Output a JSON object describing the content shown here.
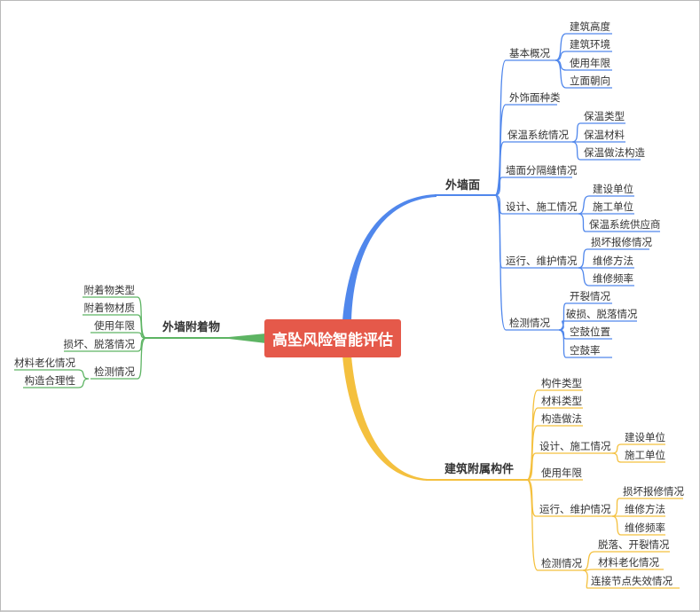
{
  "root": "高坠风险智能评估",
  "colors": {
    "root": "#E5594A",
    "wall": "#5087EC",
    "attached": "#F4C03E",
    "attachments": "#5DB463"
  },
  "wall": {
    "label": "外墙面",
    "children": [
      {
        "label": "基本概况",
        "children": [
          "建筑高度",
          "建筑环境",
          "使用年限",
          "立面朝向"
        ]
      },
      {
        "label": "外饰面种类",
        "children": []
      },
      {
        "label": "保温系统情况",
        "children": [
          "保温类型",
          "保温材料",
          "保温做法构造"
        ]
      },
      {
        "label": "墙面分隔缝情况",
        "children": []
      },
      {
        "label": "设计、施工情况",
        "children": [
          "建设单位",
          "施工单位",
          "保温系统供应商"
        ]
      },
      {
        "label": "运行、维护情况",
        "children": [
          "损坏报修情况",
          "维修方法",
          "维修频率"
        ]
      },
      {
        "label": "检测情况",
        "children": [
          "开裂情况",
          "破损、脱落情况",
          "空鼓位置",
          "空鼓率"
        ]
      }
    ]
  },
  "attached": {
    "label": "建筑附属构件",
    "children": [
      {
        "label": "构件类型",
        "children": []
      },
      {
        "label": "材料类型",
        "children": []
      },
      {
        "label": "构造做法",
        "children": []
      },
      {
        "label": "设计、施工情况",
        "children": [
          "建设单位",
          "施工单位"
        ]
      },
      {
        "label": "使用年限",
        "children": []
      },
      {
        "label": "运行、维护情况",
        "children": [
          "损坏报修情况",
          "维修方法",
          "维修频率"
        ]
      },
      {
        "label": "检测情况",
        "children": [
          "脱落、开裂情况",
          "材料老化情况",
          "连接节点失效情况"
        ]
      }
    ]
  },
  "attachments": {
    "label": "外墙附着物",
    "children": [
      {
        "label": "附着物类型",
        "children": []
      },
      {
        "label": "附着物材质",
        "children": []
      },
      {
        "label": "使用年限",
        "children": []
      },
      {
        "label": "损坏、脱落情况",
        "children": []
      },
      {
        "label": "检测情况",
        "children": [
          "材料老化情况",
          "构造合理性"
        ]
      }
    ]
  }
}
